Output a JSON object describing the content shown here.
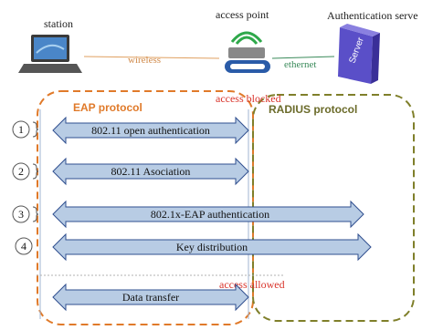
{
  "header": {
    "station_label": "station",
    "access_point_label": "access point",
    "auth_server_label": "Authentication serve",
    "server_box_text": "Server"
  },
  "links": {
    "wireless_label": "wireless",
    "ethernet_label": "ethernet"
  },
  "regions": {
    "eap_title": "EAP protocol",
    "radius_title": "RADIUS protocol",
    "access_blocked": "access blocked",
    "access_allowed": "access allowed"
  },
  "steps": [
    {
      "number": "1",
      "label": "802.11 open authentication"
    },
    {
      "number": "2",
      "label": "802.11 Asociation"
    },
    {
      "number": "3",
      "label": "802.1x-EAP authentication"
    },
    {
      "number": "4",
      "label": "Key distribution"
    },
    {
      "number": "",
      "label": "Data transfer"
    }
  ],
  "colors": {
    "eap_border": "#e07a2a",
    "radius_border": "#7f7f2a",
    "arrow_fill": "#b8cce4",
    "arrow_stroke": "#2f4f8f",
    "access_text": "#d9342b",
    "eap_text": "#e07a2a",
    "radius_text": "#6b6b2a"
  }
}
